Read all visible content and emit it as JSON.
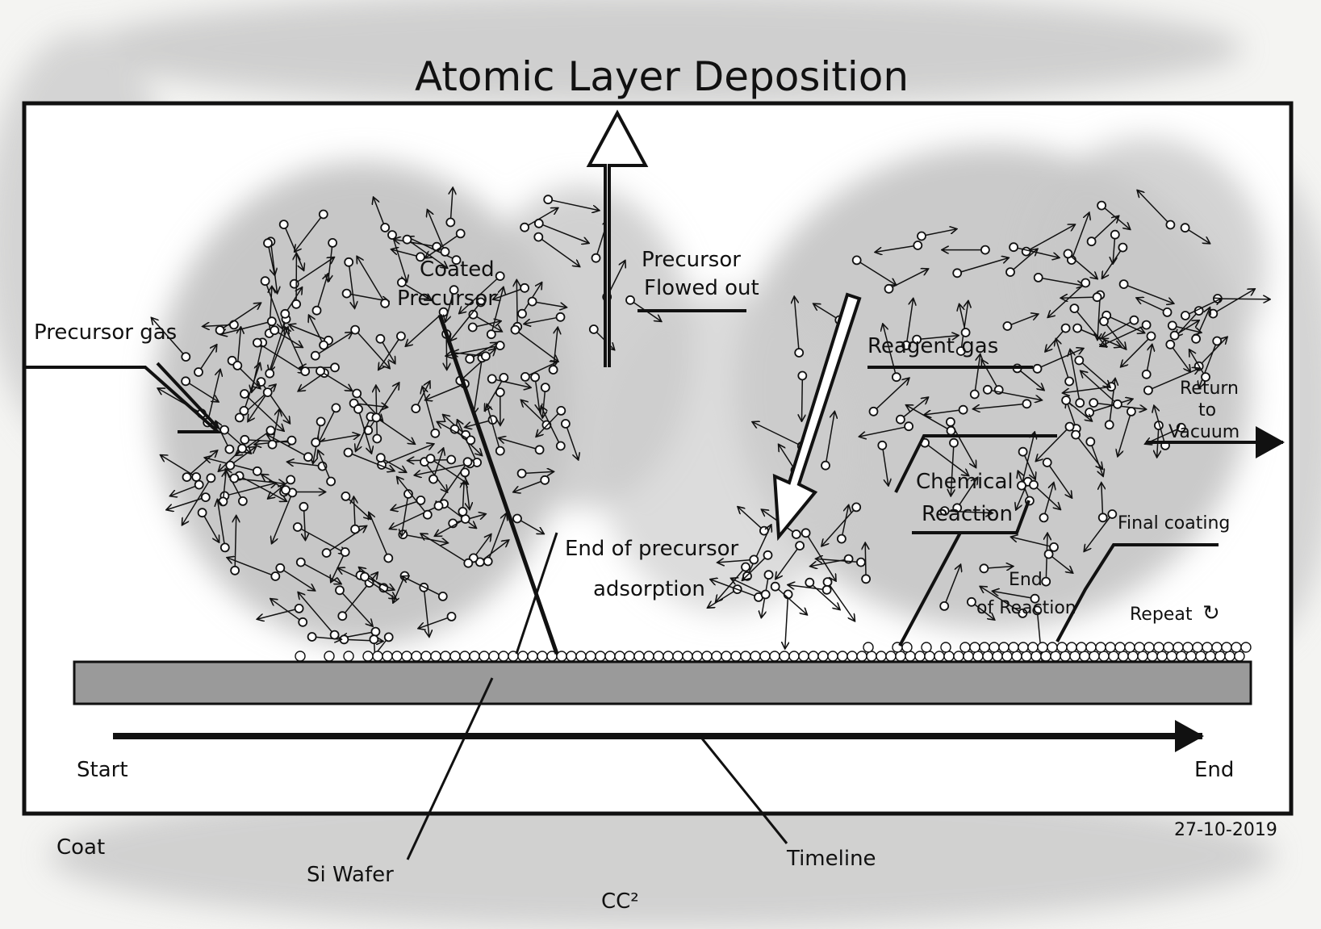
{
  "title": "Atomic Layer Deposition",
  "labels": {
    "precursor_gas": "Precursor gas",
    "coated_precursor_line1": "Coated",
    "coated_precursor_line2": "Precursor",
    "precursor_flowed_out_line1": "Precursor",
    "precursor_flowed_out_line2": "Flowed out",
    "end_of_precursor_line1": "End of precursor",
    "end_of_precursor_line2": "adsorption",
    "reagent_gas": "Reagent gas",
    "chemical_reaction_line1": "Chemical",
    "chemical_reaction_line2": "Reaction",
    "end_of_reaction_line1": "End",
    "end_of_reaction_line2": "of Reaction",
    "return_to_vacuum_line1": "Return",
    "return_to_vacuum_line2": "to",
    "return_to_vacuum_line3": "Vacuum",
    "final_coating": "Final coating",
    "repeat": "Repeat",
    "repeat_symbol": "↻",
    "start": "Start",
    "end": "End",
    "si_wafer": "Si Wafer",
    "timeline": "Timeline",
    "coat": "Coat",
    "date": "27-10-2019",
    "signature": "CC²"
  },
  "colors": {
    "ink": "#111111",
    "wafer": "#9a9a9a",
    "wash": "#c4c4c4",
    "paper": "#f4f4f2",
    "panel": "#ffffff"
  }
}
